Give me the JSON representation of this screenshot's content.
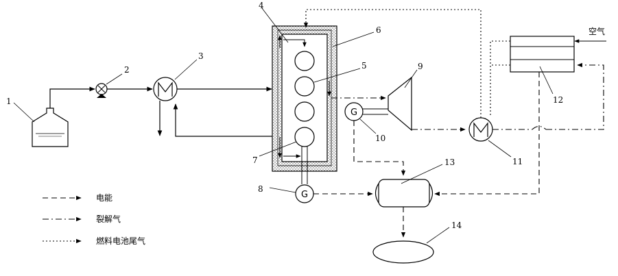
{
  "labels": {
    "n1": "1",
    "n2": "2",
    "n3": "3",
    "n4": "4",
    "n5": "5",
    "n6": "6",
    "n7": "7",
    "n8": "8",
    "n9": "9",
    "n10": "10",
    "n11": "11",
    "n12": "12",
    "n13": "13",
    "n14": "14",
    "air": "空气",
    "gen": "G"
  },
  "legend": {
    "electric": "电能",
    "cracked_gas": "裂解气",
    "fc_exhaust": "燃料电池尾气"
  }
}
